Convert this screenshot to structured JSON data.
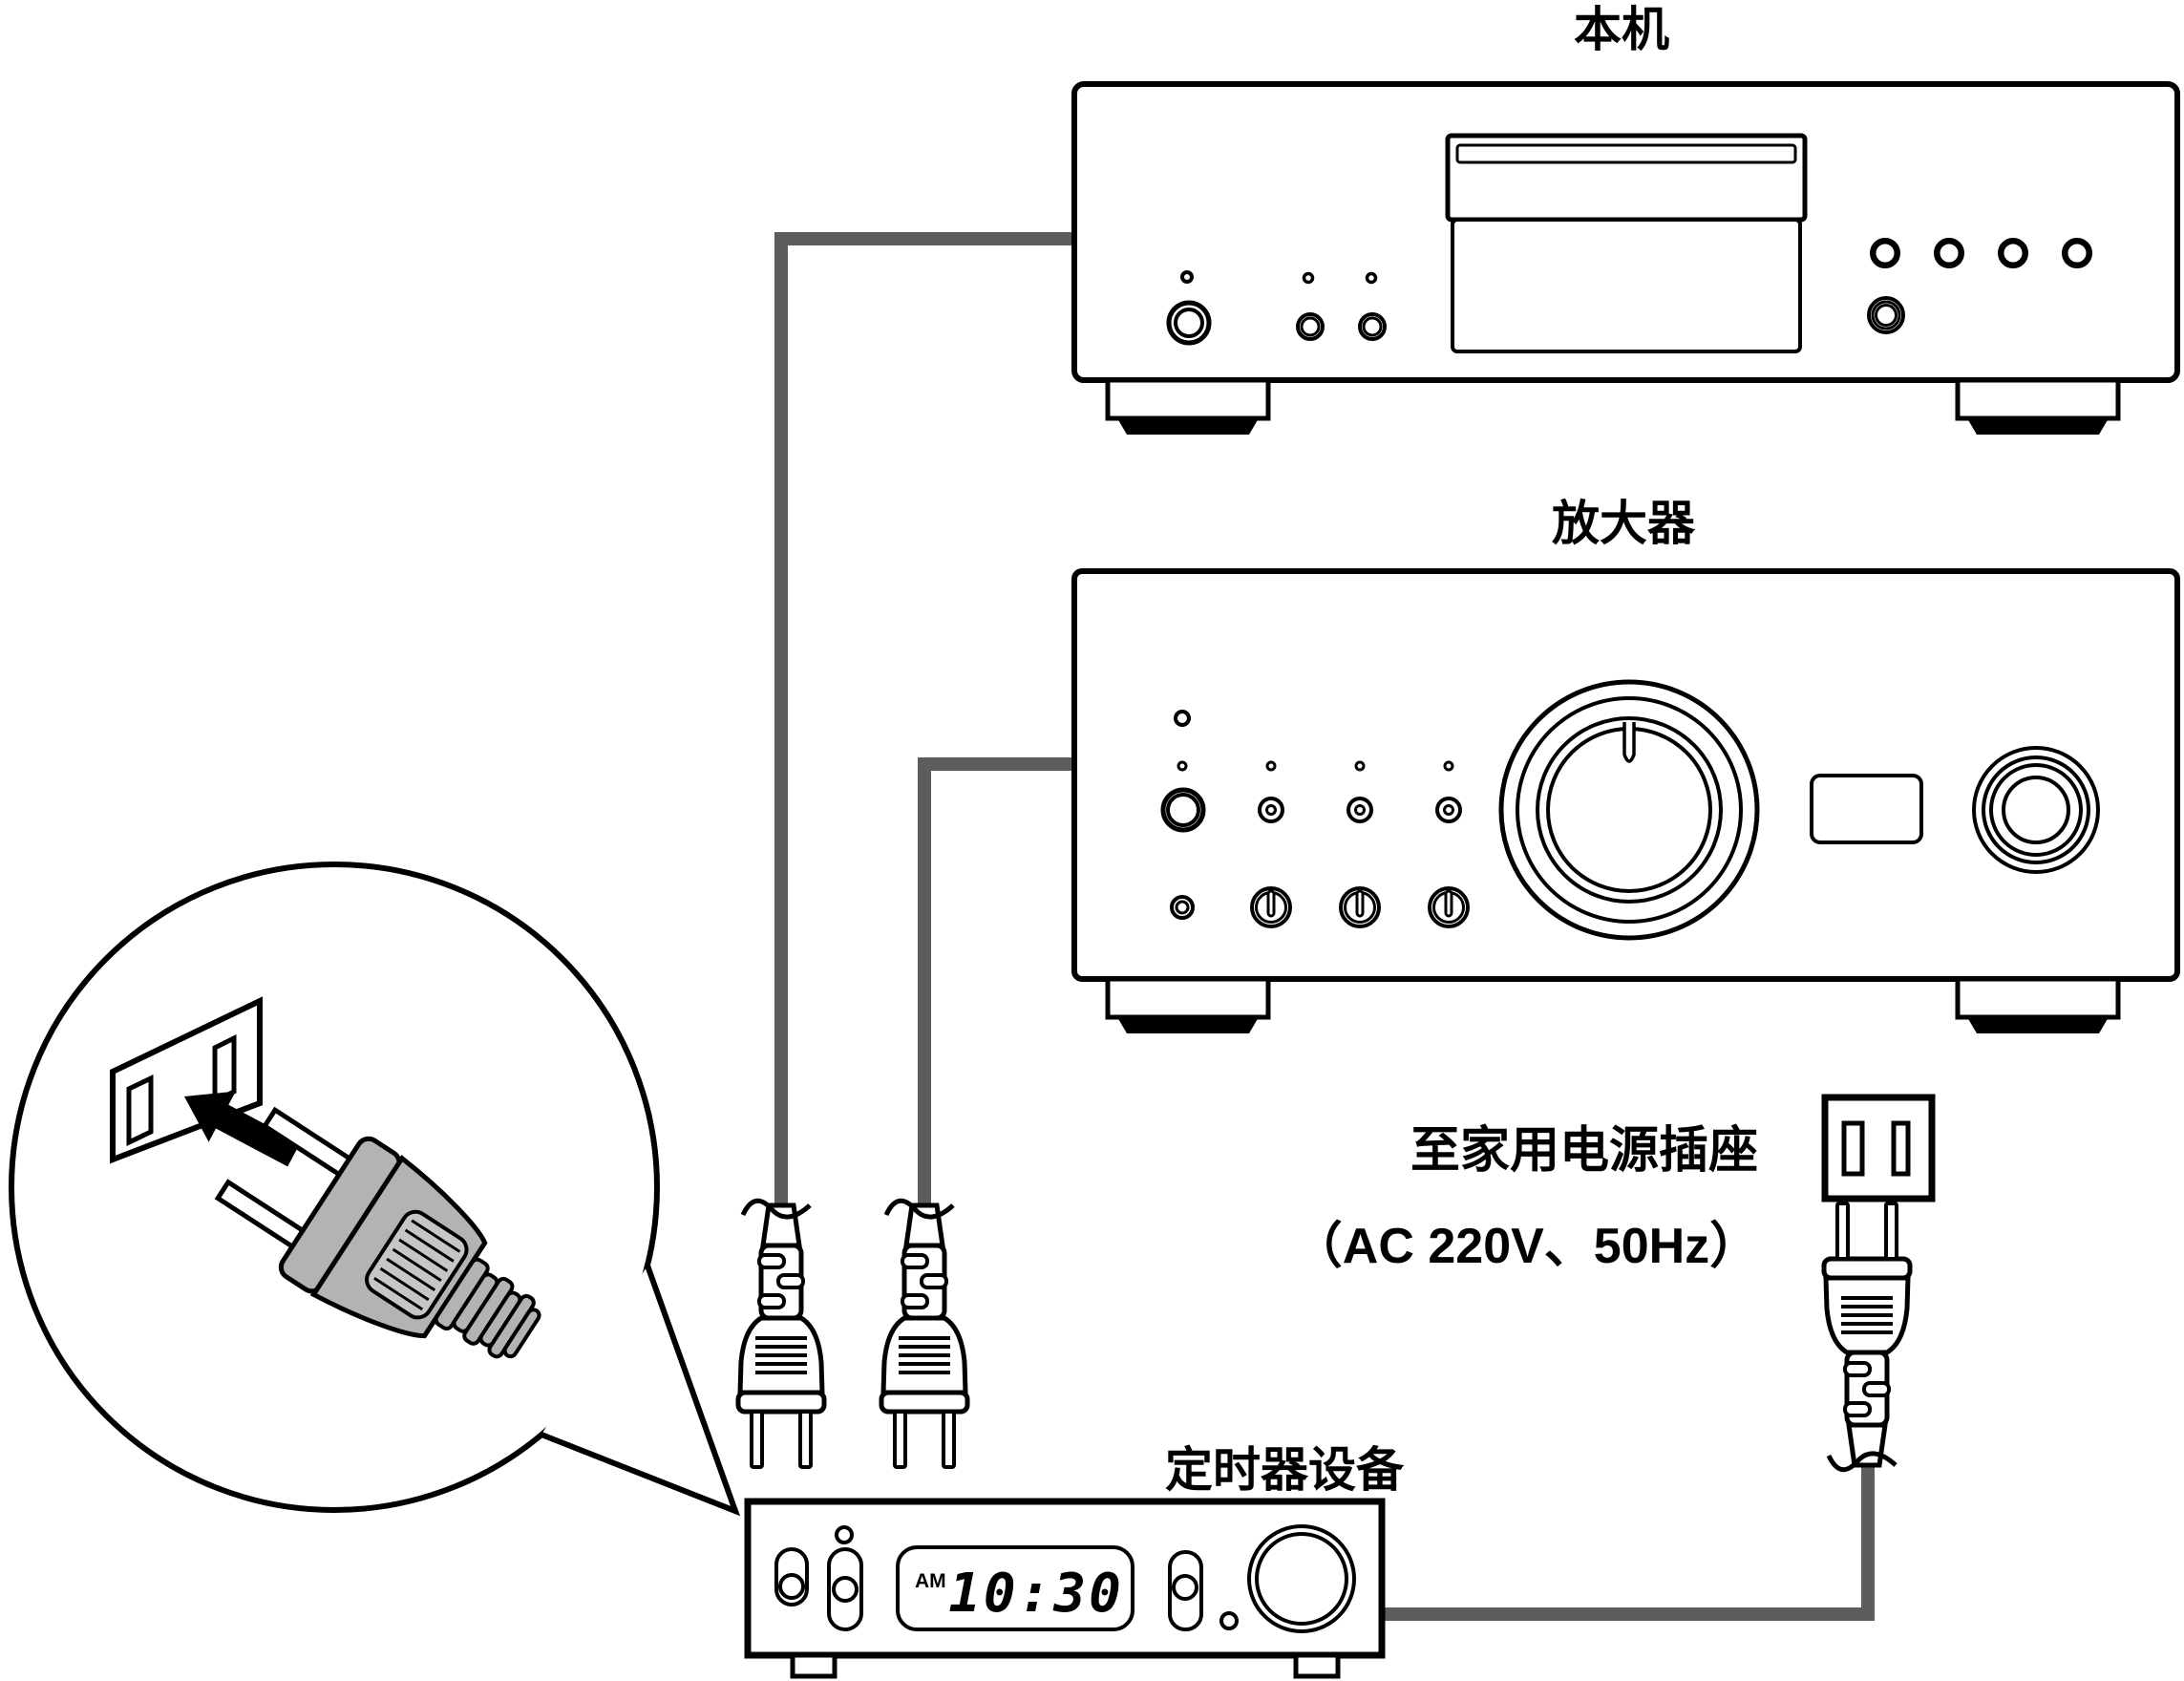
{
  "diagram": {
    "title_labels": {
      "unit": "本机",
      "amplifier": "放大器",
      "timer_device": "定时器设备",
      "outlet_line1": "至家用电源插座",
      "outlet_line2": "（AC 220V、50Hz）"
    },
    "timer_clock": {
      "meridiem": "AM",
      "time": "10:30"
    },
    "colors": {
      "line": "#000000",
      "cable_gray": "#5d5d5d",
      "plug_body_gray": "#b3b3b3",
      "plug_grip_gray": "#c6c6c6",
      "background": "#ffffff"
    }
  }
}
